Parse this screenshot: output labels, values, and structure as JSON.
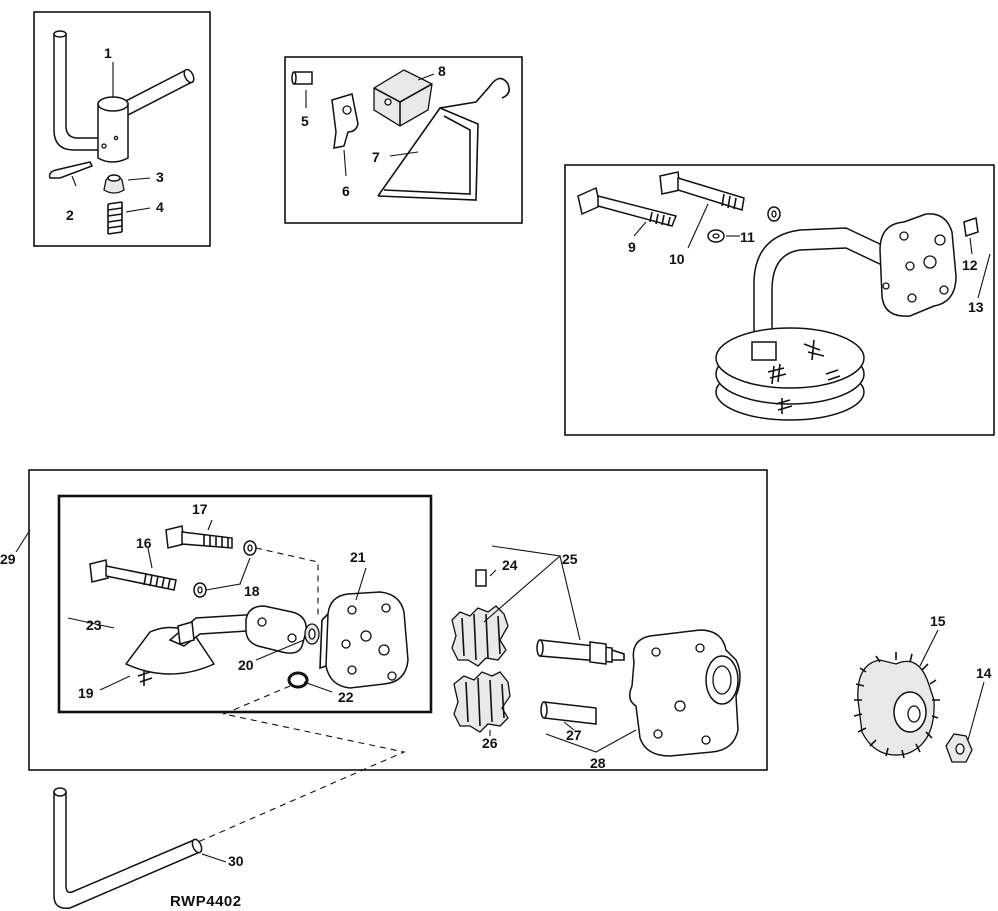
{
  "figure_code": "RWP4402",
  "callouts": {
    "c1": "1",
    "c2": "2",
    "c3": "3",
    "c4": "4",
    "c5": "5",
    "c6": "6",
    "c7": "7",
    "c8": "8",
    "c9": "9",
    "c10": "10",
    "c11": "11",
    "c12": "12",
    "c13": "13",
    "c14": "14",
    "c15": "15",
    "c16": "16",
    "c17": "17",
    "c18": "18",
    "c19": "19",
    "c20": "20",
    "c21": "21",
    "c22": "22",
    "c23": "23",
    "c24": "24",
    "c25": "25",
    "c26": "26",
    "c27": "27",
    "c28": "28",
    "c29": "29",
    "c30": "30"
  }
}
